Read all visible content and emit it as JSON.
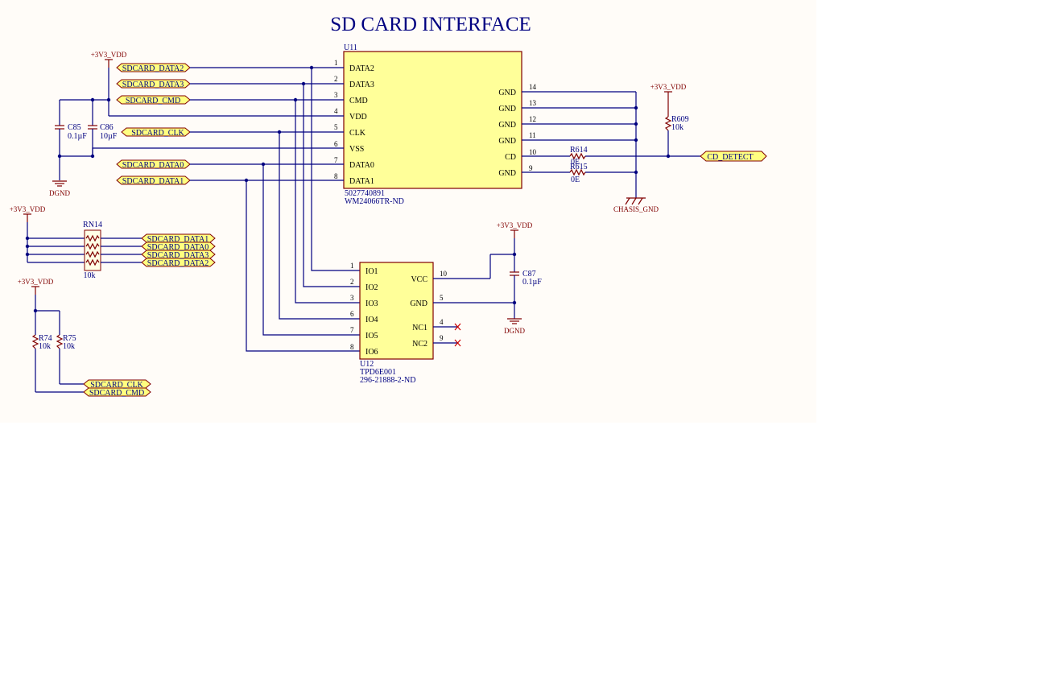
{
  "title": "SD CARD INTERFACE",
  "power": {
    "vdd": "+3V3_VDD",
    "dgnd": "DGND",
    "chassis": "CHASIS_GND"
  },
  "u11": {
    "ref": "U11",
    "part1": "5027740891",
    "part2": "WM24066TR-ND",
    "left_pins": [
      {
        "num": "1",
        "name": "DATA2"
      },
      {
        "num": "2",
        "name": "DATA3"
      },
      {
        "num": "3",
        "name": "CMD"
      },
      {
        "num": "4",
        "name": "VDD"
      },
      {
        "num": "5",
        "name": "CLK"
      },
      {
        "num": "6",
        "name": "VSS"
      },
      {
        "num": "7",
        "name": "DATA0"
      },
      {
        "num": "8",
        "name": "DATA1"
      }
    ],
    "right_pins": [
      {
        "num": "14",
        "name": "GND"
      },
      {
        "num": "13",
        "name": "GND"
      },
      {
        "num": "12",
        "name": "GND"
      },
      {
        "num": "11",
        "name": "GND"
      },
      {
        "num": "10",
        "name": "CD"
      },
      {
        "num": "9",
        "name": "GND"
      }
    ]
  },
  "u12": {
    "ref": "U12",
    "part1": "TPD6E001",
    "part2": "296-21888-2-ND",
    "left_pins": [
      {
        "num": "1",
        "name": "IO1"
      },
      {
        "num": "2",
        "name": "IO2"
      },
      {
        "num": "3",
        "name": "IO3"
      },
      {
        "num": "6",
        "name": "IO4"
      },
      {
        "num": "7",
        "name": "IO5"
      },
      {
        "num": "8",
        "name": "IO6"
      }
    ],
    "right_pins": [
      {
        "num": "10",
        "name": "VCC"
      },
      {
        "num": "5",
        "name": "GND"
      },
      {
        "num": "4",
        "name": "NC1"
      },
      {
        "num": "9",
        "name": "NC2"
      }
    ]
  },
  "net_labels_left": [
    "SDCARD_DATA2",
    "SDCARD_DATA3",
    "SDCARD_CMD",
    "SDCARD_CLK",
    "SDCARD_DATA0",
    "SDCARD_DATA1"
  ],
  "rn14": {
    "ref": "RN14",
    "value": "10k",
    "labels": [
      "SDCARD_DATA1",
      "SDCARD_DATA0",
      "SDCARD_DATA3",
      "SDCARD_DATA2"
    ]
  },
  "c85": {
    "ref": "C85",
    "value": "0.1µF"
  },
  "c86": {
    "ref": "C86",
    "value": "10µF"
  },
  "c87": {
    "ref": "C87",
    "value": "0.1µF"
  },
  "r609": {
    "ref": "R609",
    "value": "10k"
  },
  "r614": {
    "ref": "R614",
    "value": "0E"
  },
  "r615": {
    "ref": "R615",
    "value": "0E"
  },
  "r74": {
    "ref": "R74",
    "value": "10k"
  },
  "r75": {
    "ref": "R75",
    "value": "10k"
  },
  "cd_detect": "CD_DETECT",
  "pullup_labels": [
    "SDCARD_CLK",
    "SDCARD_CMD"
  ]
}
